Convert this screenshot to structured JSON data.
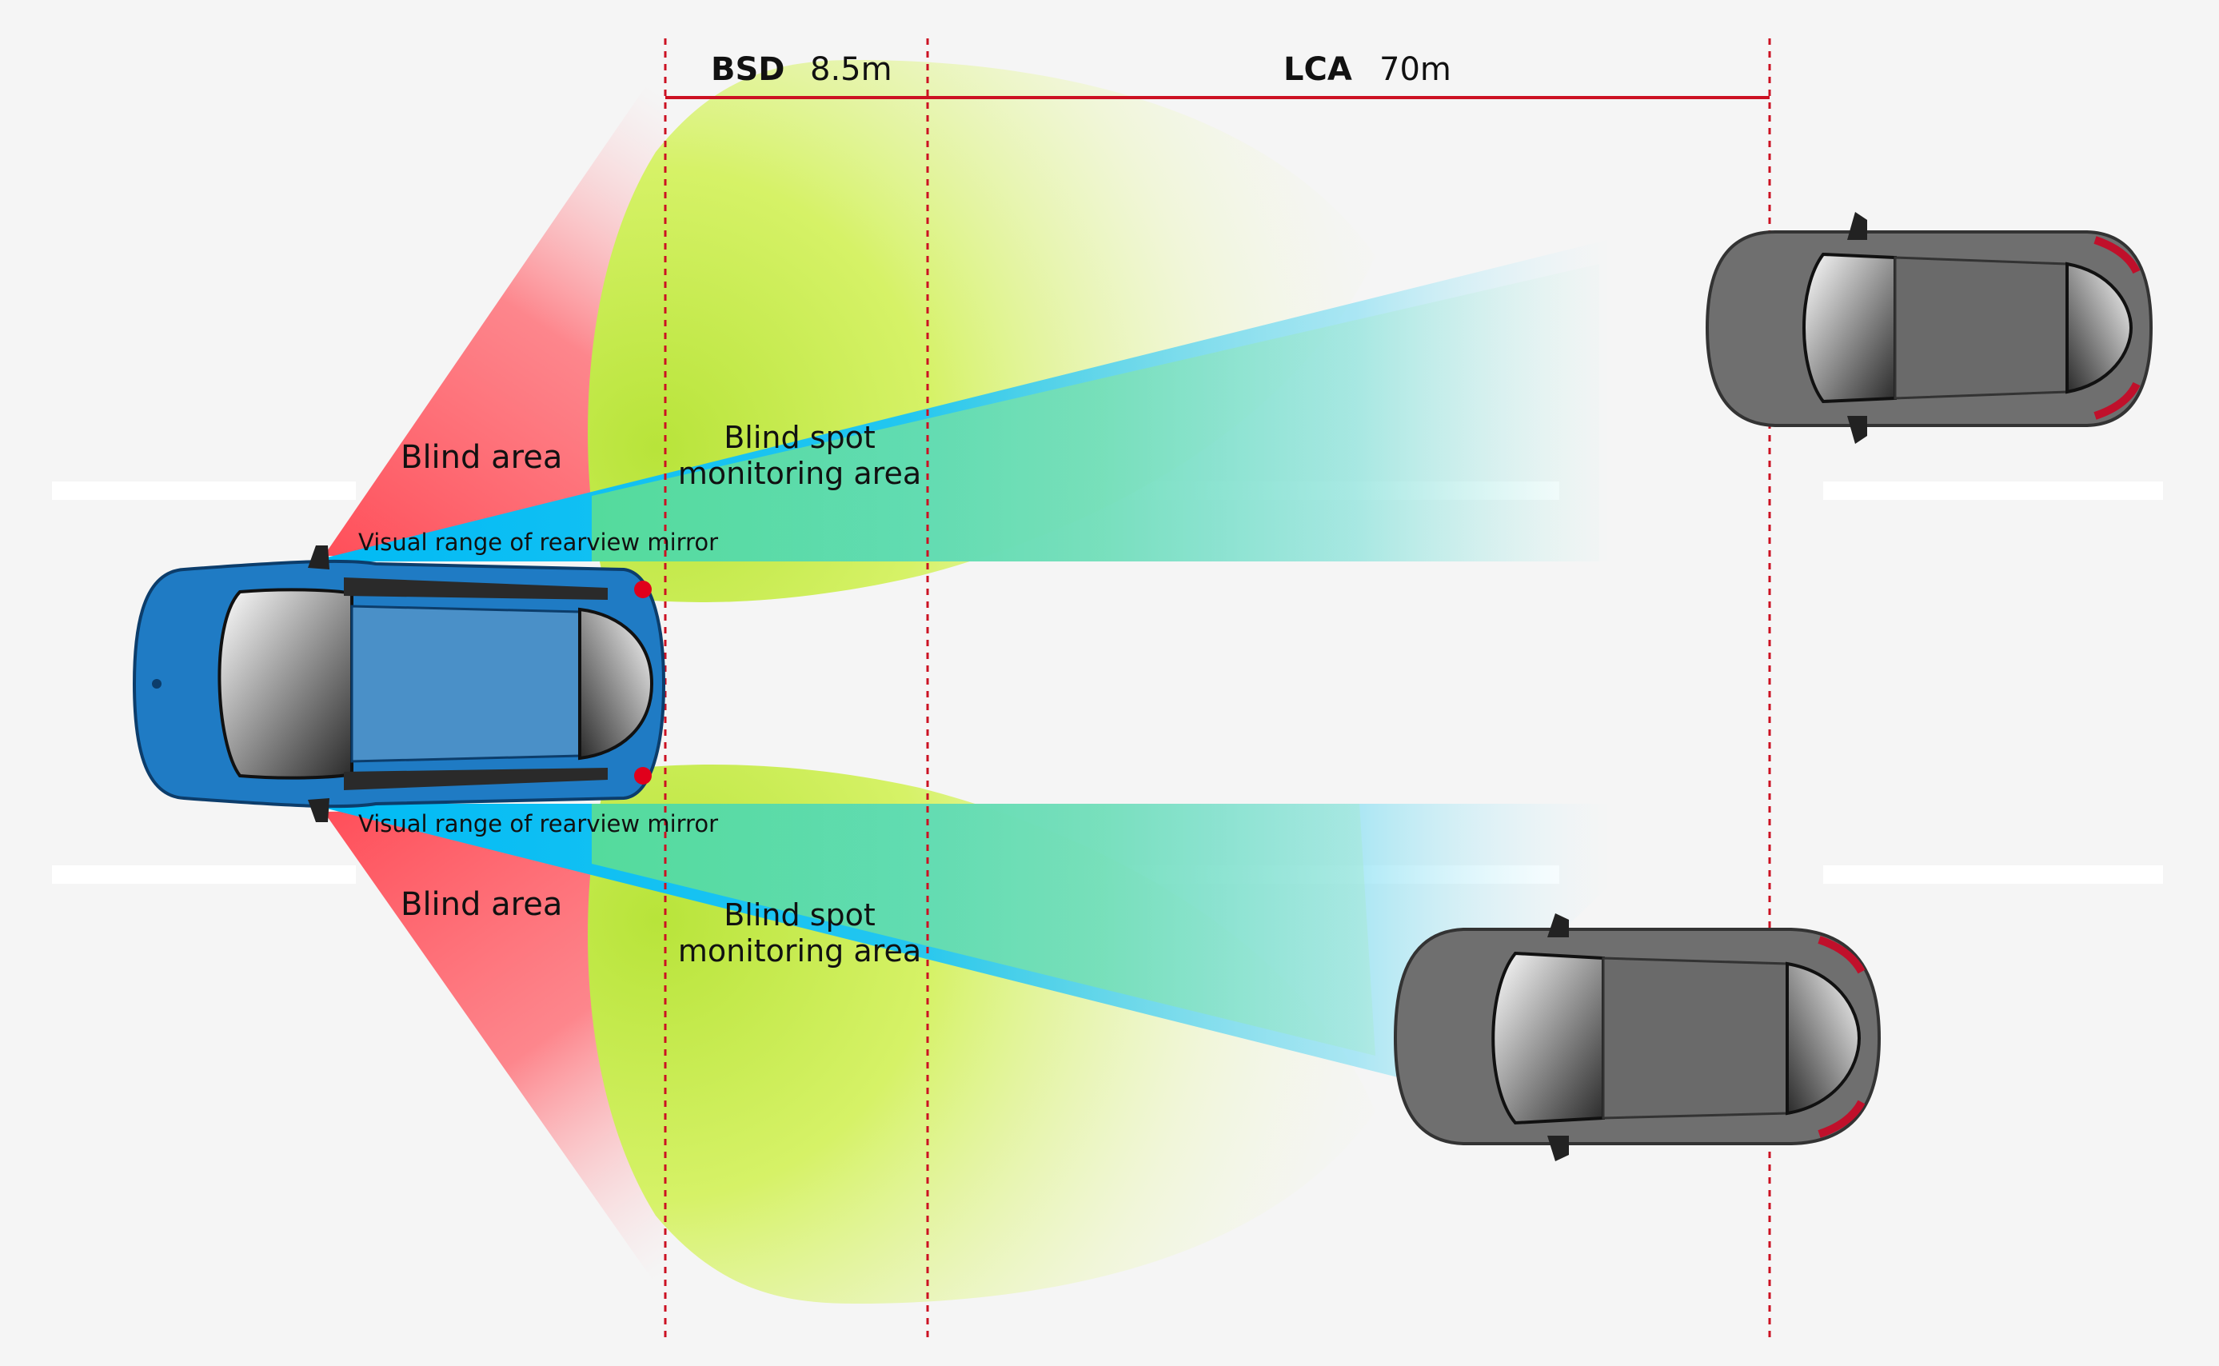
{
  "distances": {
    "bsd": {
      "label": "BSD",
      "value": "8.5m"
    },
    "lca": {
      "label": "LCA",
      "value": "70m"
    }
  },
  "zones": {
    "upper_blind_area": "Blind area",
    "lower_blind_area": "Blind area",
    "upper_mirror_range": "Visual range of rearview mirror",
    "lower_mirror_range": "Visual range of rearview mirror",
    "upper_bsm_line1": "Blind spot",
    "upper_bsm_line2": "monitoring area",
    "lower_bsm_line1": "Blind spot",
    "lower_bsm_line2": "monitoring area"
  },
  "colors": {
    "background": "#f5f5f5",
    "lane_marking": "#ffffff",
    "boundary_line": "#cc1122",
    "blind_area": "#ff5a64",
    "mirror_range": "#00bff5",
    "bsm_area": "#d2f050",
    "ego_car": "#1f7bc4",
    "other_car": "#6f6f6f",
    "sensor_dot": "#e0001b"
  }
}
